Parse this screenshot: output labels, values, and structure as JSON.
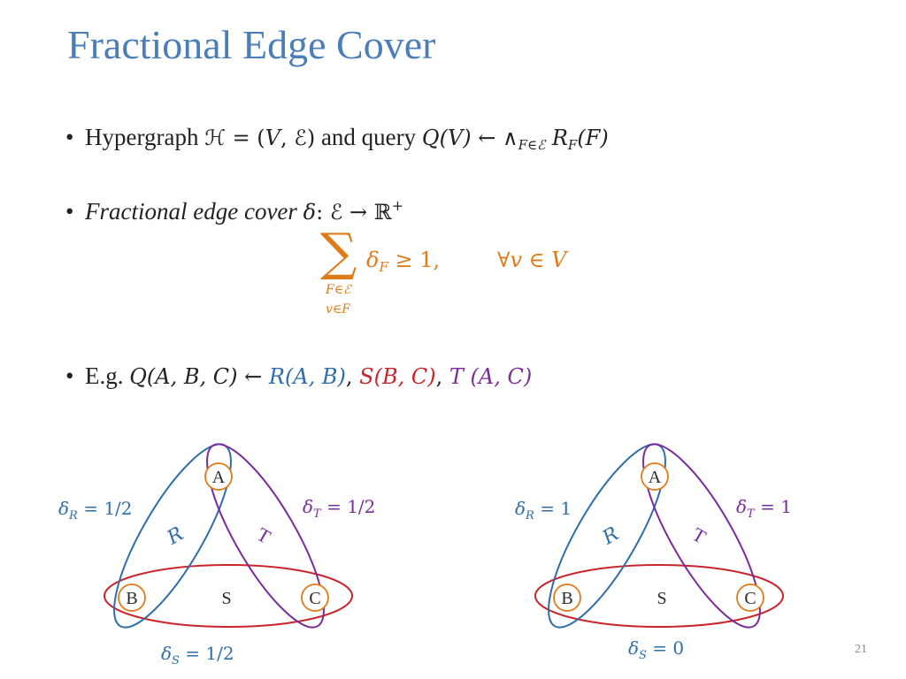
{
  "title": "Fractional Edge Cover",
  "bullet_char": "•",
  "bullet1": {
    "t1": "Hypergraph ",
    "H": "ℋ",
    "eq": " = (",
    "V": "V",
    "comma": ", ",
    "E": "ℰ",
    "close": ")",
    "t2": " and query ",
    "Q": "Q",
    "QV": "(V)",
    "arrow": " ← ∧",
    "sub": "F∈ℰ",
    "R": " R",
    "Rsub": "F",
    "RF": "(F)"
  },
  "bullet2": {
    "t1": "Fractional edge cover ",
    "delta": "δ",
    "colon": ": ",
    "E": "ℰ",
    "arrow": " → ℝ",
    "sup": "+"
  },
  "constraint": {
    "sigma": "∑",
    "lim1": "F∈ℰ",
    "lim2": "v∈F",
    "term": "δ",
    "term_sub": "F",
    "rel": " ≥ 1,",
    "forall": "∀v ∈ V"
  },
  "bullet3": {
    "t1": "E.g. ",
    "Q": "Q(A, B, C) ← ",
    "R": "R(A, B)",
    "c1": ", ",
    "S": "S(B, C)",
    "c2": ", ",
    "T": "T (A, C)"
  },
  "colors": {
    "title": "#4a7ebb",
    "orange": "#e07b19",
    "blue": "#2f6ea8",
    "red": "#c9252b",
    "purple": "#7b2c9b"
  },
  "diagrams": [
    {
      "node_a": "A",
      "node_b": "B",
      "node_c": "C",
      "edge_r": "R",
      "edge_s": "S",
      "edge_t": "T",
      "delta_r": "δ",
      "delta_r_sub": "R",
      "delta_r_val": " = 1/2",
      "delta_t": "δ",
      "delta_t_sub": "T",
      "delta_t_val": " = 1/2",
      "delta_s": "δ",
      "delta_s_sub": "S",
      "delta_s_val": " = 1/2"
    },
    {
      "node_a": "A",
      "node_b": "B",
      "node_c": "C",
      "edge_r": "R",
      "edge_s": "S",
      "edge_t": "T",
      "delta_r": "δ",
      "delta_r_sub": "R",
      "delta_r_val": " = 1",
      "delta_t": "δ",
      "delta_t_sub": "T",
      "delta_t_val": " = 1",
      "delta_s": "δ",
      "delta_s_sub": "S",
      "delta_s_val": " = 0"
    }
  ],
  "page_number": "21"
}
